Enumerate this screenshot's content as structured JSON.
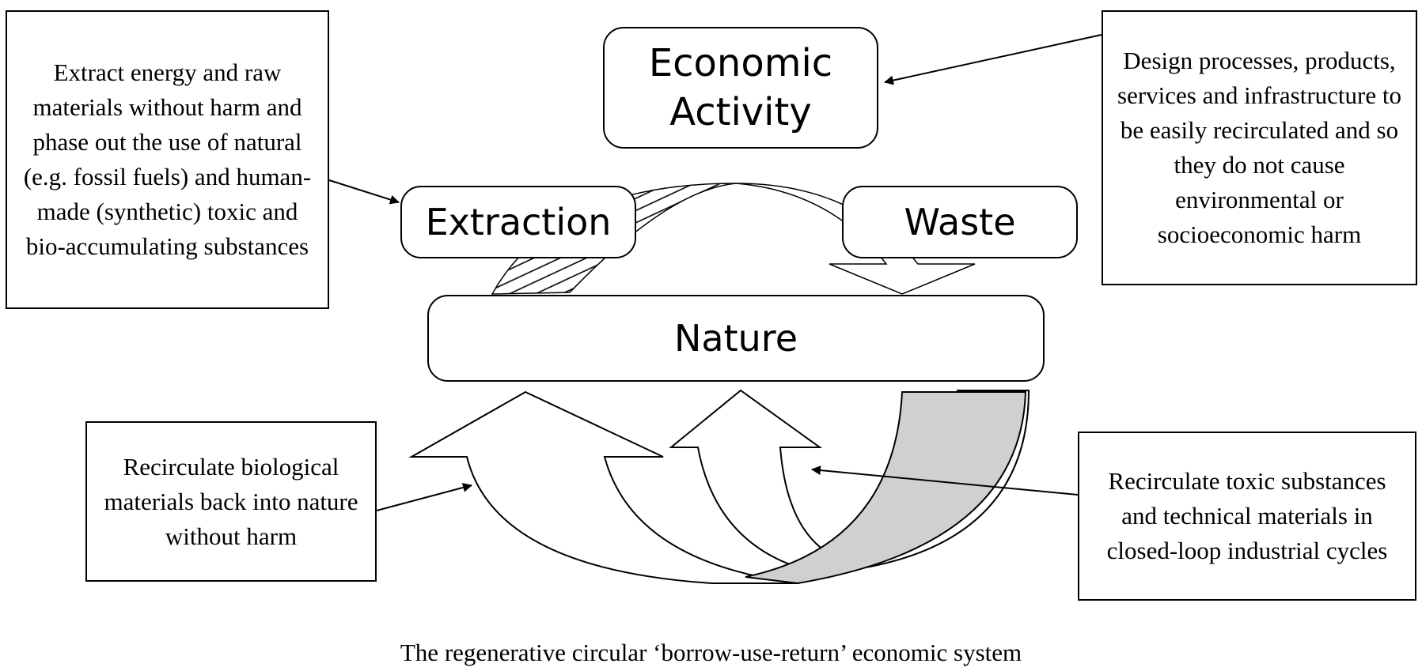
{
  "nodes": {
    "economic_activity": "Economic\nActivity",
    "extraction": "Extraction",
    "waste": "Waste",
    "nature": "Nature"
  },
  "notes": {
    "extract": "Extract energy and raw materials without harm and phase out the use of natural (e.g. fossil fuels) and human-made (synthetic) toxic and bio-accumulating substances",
    "design": "Design processes, products, services and infrastructure to be easily recirculated and so they do not cause environmental or socioeconomic harm",
    "biological": "Recirculate biological materials back into nature without harm",
    "technical": "Recirculate toxic substances and technical materials in closed-loop industrial cycles"
  },
  "caption": "The regenerative circular ‘borrow-use-return’ economic system",
  "colors": {
    "line": "#000000",
    "technical_cycle_fill": "#d0d0d0",
    "background": "#ffffff"
  }
}
